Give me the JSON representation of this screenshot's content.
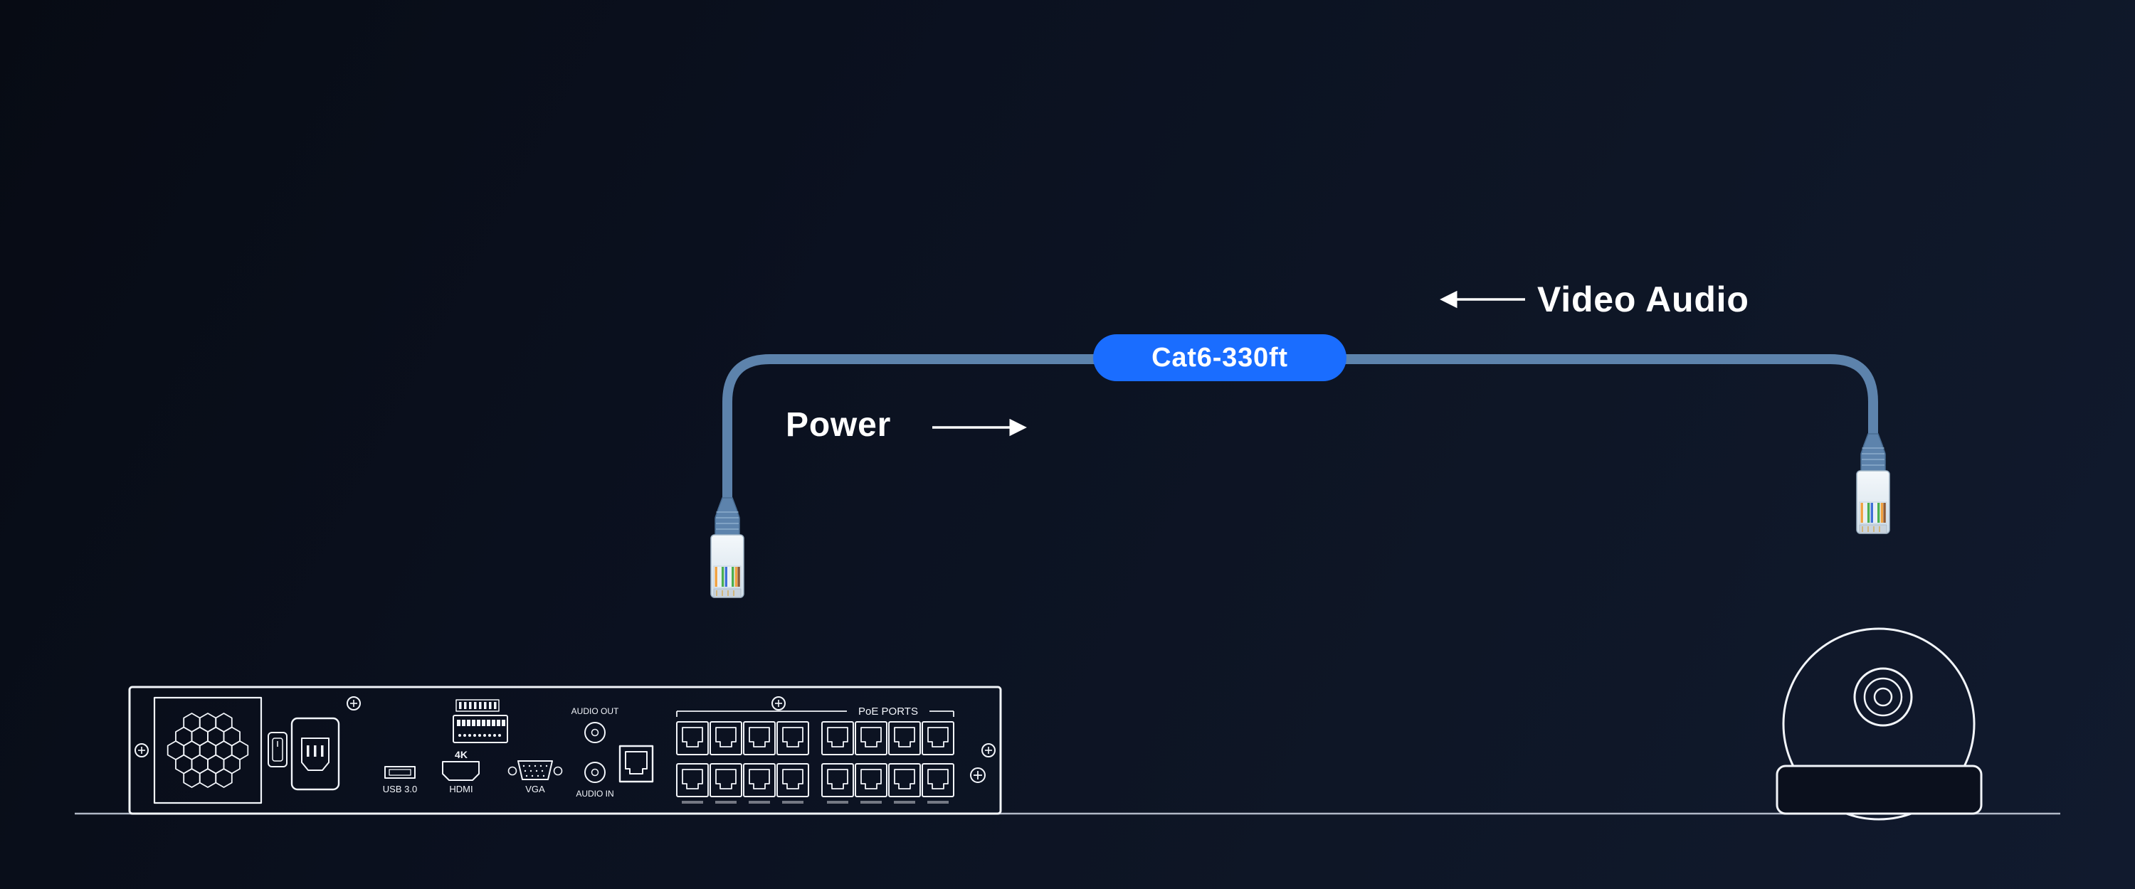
{
  "cable": {
    "badge_label": "Cat6-330ft",
    "badge_color": "#1a6dff",
    "cable_color": "#5d83ac"
  },
  "annotations": {
    "power_label": "Power",
    "power_arrow_direction": "right",
    "video_audio_label": "Video Audio",
    "video_audio_arrow_direction": "left"
  },
  "nvr_panel": {
    "usb_label": "USB 3.0",
    "hdmi_badge": "4K",
    "hdmi_label": "HDMI",
    "vga_label": "VGA",
    "audio_out_label": "AUDIO OUT",
    "audio_in_label": "AUDIO IN",
    "poe_ports_label": "PoE PORTS",
    "poe_port_count": 16
  },
  "colors": {
    "background_dark": "#070b14",
    "background_light": "#111a2e",
    "line_art": "#f2f5fa",
    "text": "#ffffff",
    "accent_blue": "#1a6dff",
    "cable_blue": "#5d83ac"
  }
}
